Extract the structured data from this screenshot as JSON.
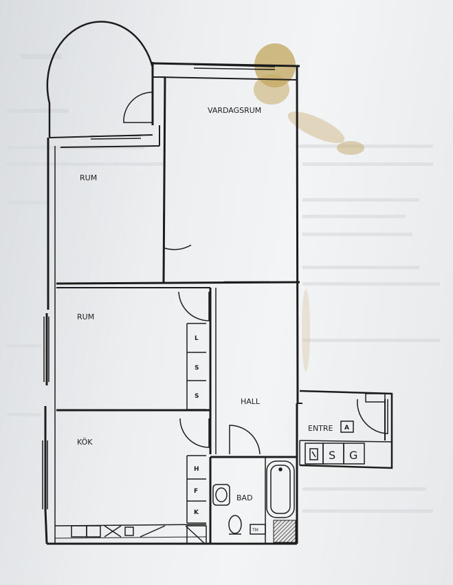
{
  "plan": {
    "rooms": {
      "vardagsrum": "VARDAGSRUM",
      "rum1": "RUM",
      "rum2": "RUM",
      "hall": "HALL",
      "kok": "KÖK",
      "bad": "BAD",
      "entre": "ENTRE"
    },
    "entre_marker": "A",
    "wardrobe_bedroom": [
      "L",
      "S",
      "S"
    ],
    "wardrobe_kitchen": [
      "H",
      "F",
      "K"
    ],
    "entre_storage": [
      "S",
      "G"
    ],
    "bath_appliance": "TM"
  },
  "colors": {
    "paper": "#eceef0",
    "wall": "#1c1c1c",
    "stain": "#b89a4a"
  }
}
